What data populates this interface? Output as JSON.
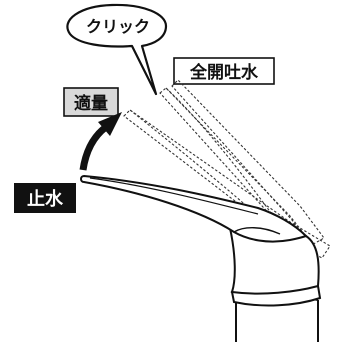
{
  "labels": {
    "click": "クリック",
    "full_flow": "全開吐水",
    "moderate": "適量",
    "stop": "止水"
  },
  "colors": {
    "ink": "#111111",
    "stop_bg": "#111111",
    "stop_fg": "#ffffff",
    "moderate_bg": "#d9d9d9",
    "full_flow_bg": "#ffffff"
  }
}
